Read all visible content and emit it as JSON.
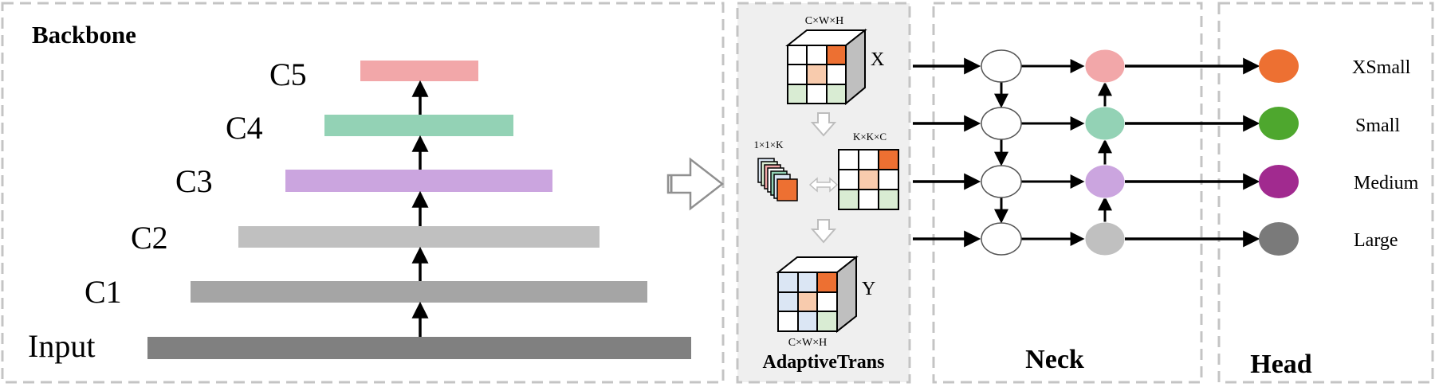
{
  "backbone": {
    "title": "Backbone",
    "levels": [
      {
        "label": "Input",
        "color": "#808080"
      },
      {
        "label": "C1",
        "color": "#a5a5a5"
      },
      {
        "label": "C2",
        "color": "#c0c0c0"
      },
      {
        "label": "C3",
        "color": "#cba5df"
      },
      {
        "label": "C4",
        "color": "#93d2b5"
      },
      {
        "label": "C5",
        "color": "#f2a7a9"
      }
    ]
  },
  "adaptive": {
    "title": "AdaptiveTrans",
    "x_dims": "C×W×H",
    "x_label": "X",
    "kernel_dims": "1×1×K",
    "matrix_dims": "K×K×C",
    "y_dims": "C×W×H",
    "y_label": "Y"
  },
  "neck": {
    "title": "Neck"
  },
  "head": {
    "title": "Head",
    "outputs": [
      {
        "label": "XSmall",
        "color": "#ed7032",
        "neck_color": "#f2a7a9"
      },
      {
        "label": "Small",
        "color": "#4ea72e",
        "neck_color": "#93d2b5"
      },
      {
        "label": "Medium",
        "color": "#a12a8f",
        "neck_color": "#cba5df"
      },
      {
        "label": "Large",
        "color": "#7a7a7a",
        "neck_color": "#c0c0c0"
      }
    ]
  },
  "colors": {
    "accent_orange": "#ed7032",
    "cell_peach": "#f8cbad",
    "cell_green": "#d9ecd3",
    "cell_blue": "#dbe6f4",
    "panel_gray": "#efefef",
    "dash_gray": "#c4c4c4"
  }
}
